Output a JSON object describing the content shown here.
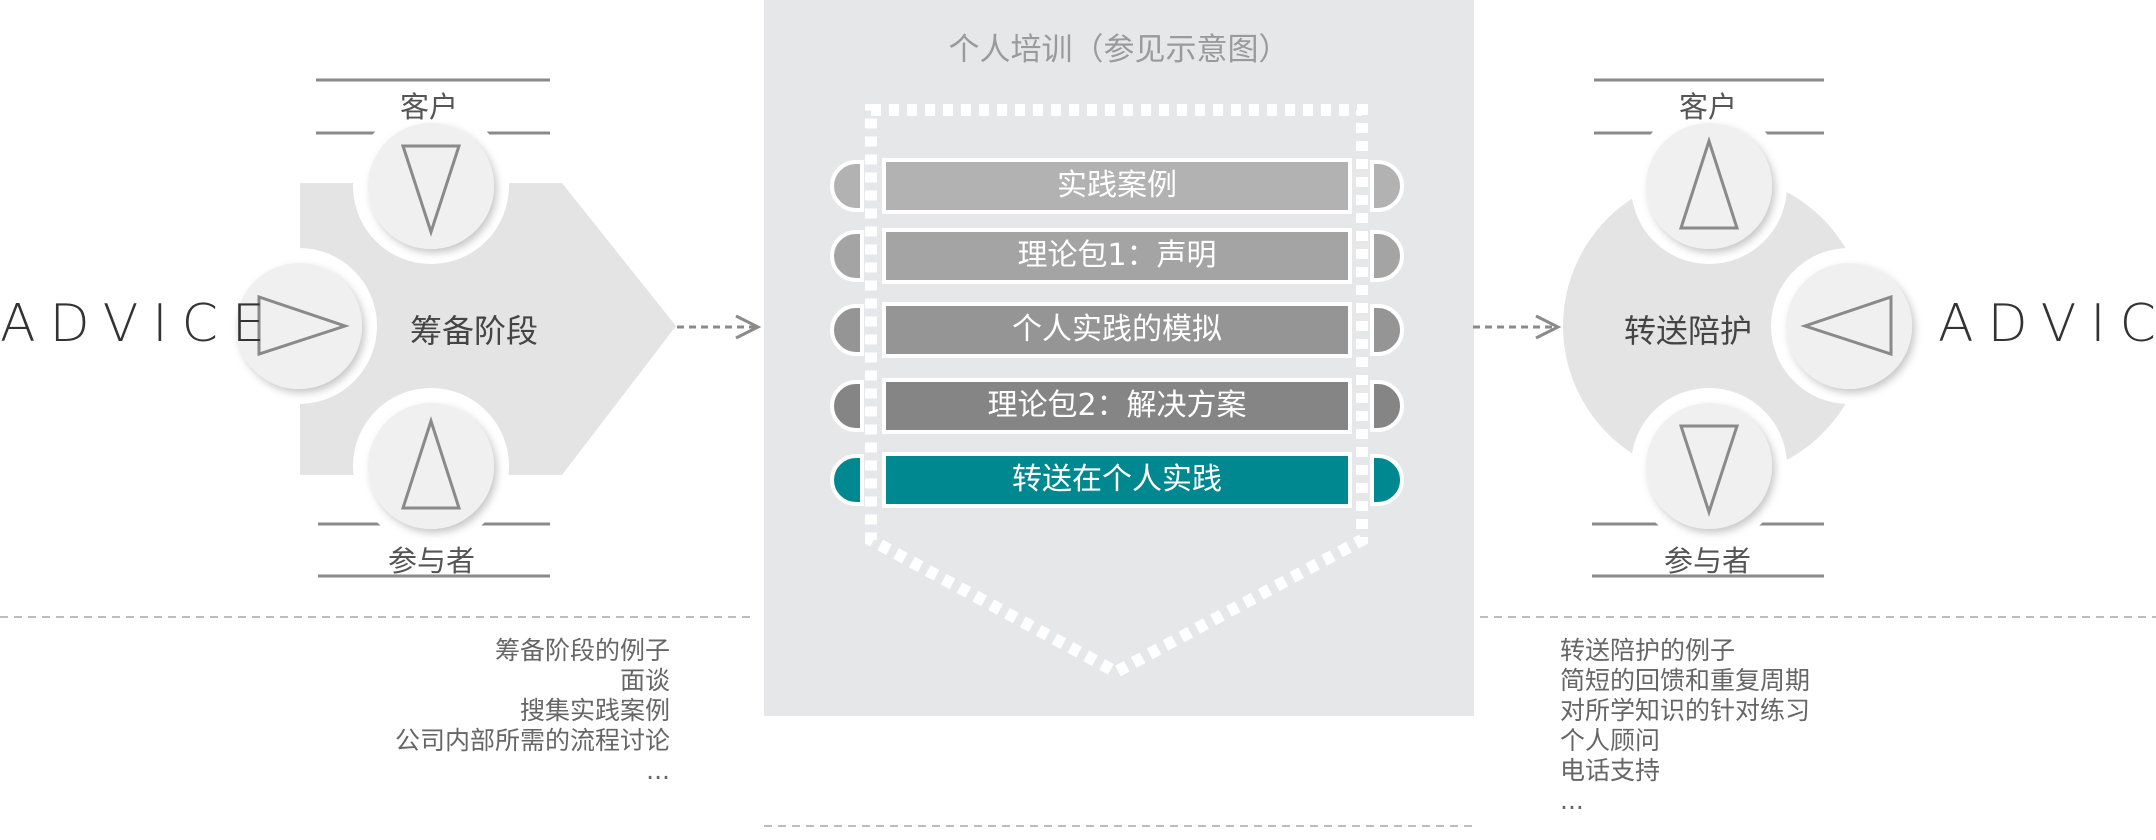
{
  "center": {
    "title": "个人培训（参见示意图）",
    "steps": [
      {
        "label": "实践案例",
        "color": "#b2b2b2"
      },
      {
        "label": "理论包1：声明",
        "color": "#a4a4a4"
      },
      {
        "label": "个人实践的模拟",
        "color": "#959595"
      },
      {
        "label": "理论包2：解决方案",
        "color": "#858585"
      },
      {
        "label": "转送在个人实践",
        "color": "#008891"
      }
    ]
  },
  "left": {
    "brand": "ADVICE",
    "phase": "筹备阶段",
    "top_role": "客户",
    "bottom_role": "参与者",
    "examples": [
      "筹备阶段的例子",
      "面谈",
      "搜集实践案例",
      "公司内部所需的流程讨论",
      "..."
    ]
  },
  "right": {
    "brand": "ADVICE",
    "phase": "转送陪护",
    "top_role": "客户",
    "bottom_role": "参与者",
    "examples": [
      "转送陪护的例子",
      "简短的回馈和重复周期",
      "对所学知识的针对练习",
      "个人顾问",
      "电话支持",
      "..."
    ]
  },
  "colors": {
    "panel": "#e6e7e8",
    "shape": "#e4e4e4",
    "accent": "#008891",
    "circle": "#f0f0f0",
    "line": "#8a8a8a"
  }
}
